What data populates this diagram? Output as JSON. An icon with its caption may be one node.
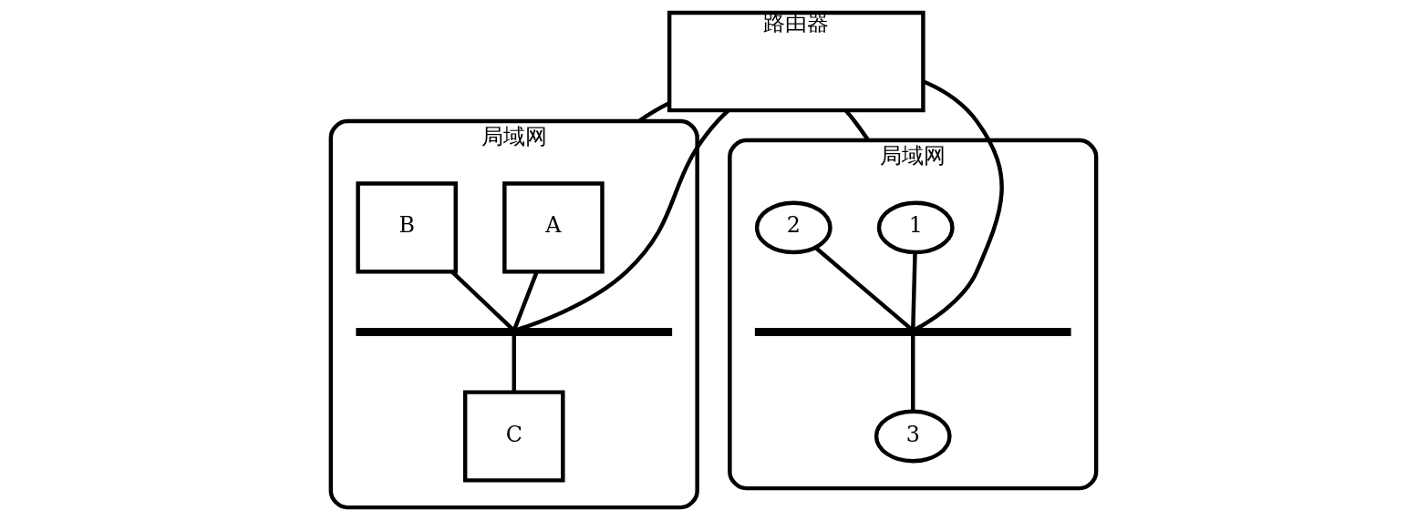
{
  "diagram": {
    "nodes": [
      {
        "text": [
          "局域网"
        ]
      },
      {
        "text": [
          "A"
        ],
        "in": 0
      },
      {
        "text": [
          "B"
        ],
        "in": 0
      },
      {
        "text": [
          "C"
        ],
        "in": 0
      },
      {
        "text": [],
        "shape": "bar",
        "in": 0
      },
      {
        "text": [
          "路由器"
        ]
      },
      {
        "text": [
          "局域网"
        ]
      },
      {
        "text": [
          "1"
        ],
        "in": 6
      },
      {
        "text": [
          "2"
        ],
        "in": 6
      },
      {
        "text": [
          "3"
        ],
        "in": 6
      },
      {
        "text": [],
        "shape": "bar",
        "in": 6
      }
    ],
    "edges": [
      {
        "from": 5,
        "to": 0,
        "arrow": "none"
      },
      {
        "from": 5,
        "to": 4,
        "arrow": "none"
      },
      {
        "from": 5,
        "to": 6,
        "arrow": "none"
      },
      {
        "from": 5,
        "to": 10,
        "arrow": "none"
      },
      {
        "from": 1,
        "to": 4,
        "arrow": "none"
      },
      {
        "from": 2,
        "to": 4,
        "arrow": "none"
      },
      {
        "from": 4,
        "to": 3,
        "arrow": "none"
      },
      {
        "from": 7,
        "to": 10,
        "arrow": "none"
      },
      {
        "from": 8,
        "to": 10,
        "arrow": "none"
      },
      {
        "from": 10,
        "to": 9,
        "arrow": "none"
      }
    ]
  }
}
